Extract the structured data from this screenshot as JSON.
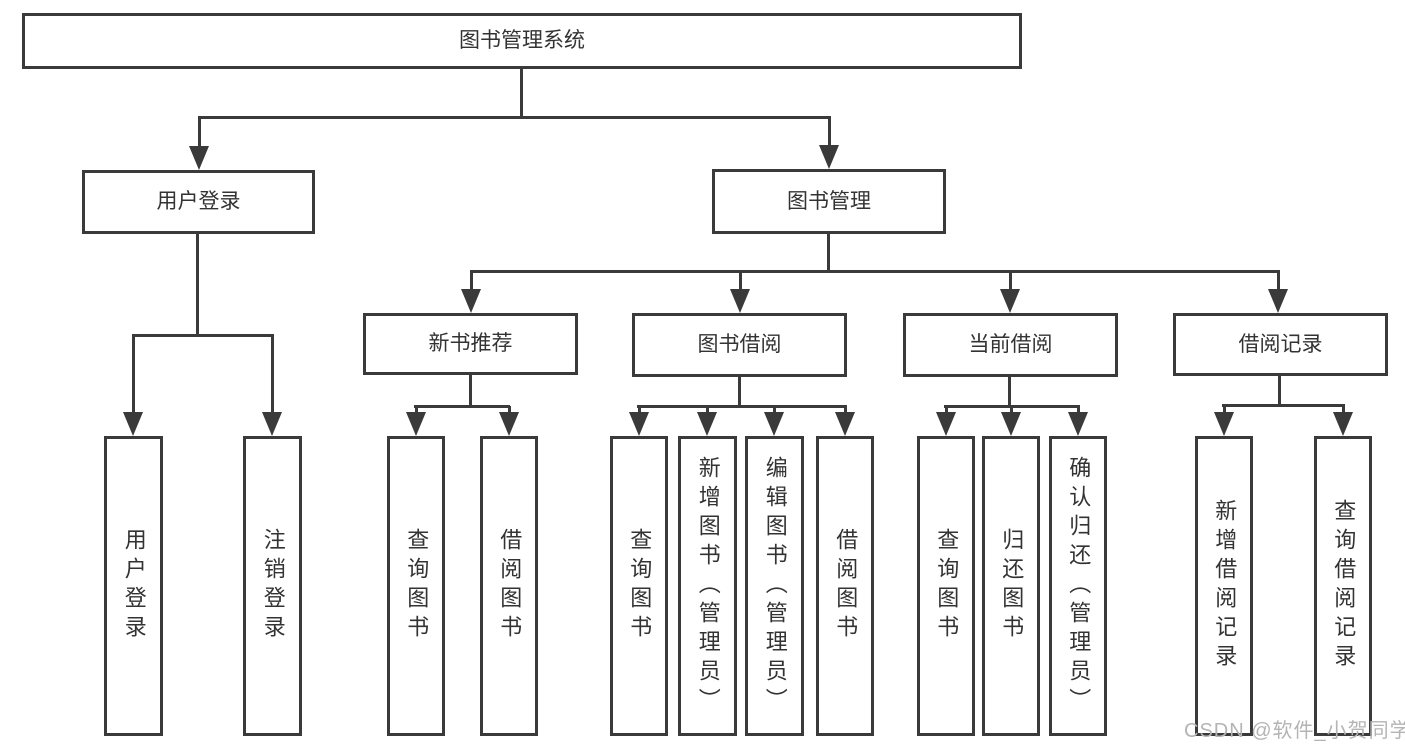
{
  "title": {
    "label": "图书管理系统"
  },
  "tree": {
    "user_login": {
      "label": "用户登录",
      "children": [
        {
          "label": "用户登录"
        },
        {
          "label": "注销登录"
        }
      ]
    },
    "book_mgmt": {
      "label": "图书管理",
      "sections": [
        {
          "label": "新书推荐",
          "children": [
            {
              "label": "查询图书"
            },
            {
              "label": "借阅图书"
            }
          ]
        },
        {
          "label": "图书借阅",
          "children": [
            {
              "label": "查询图书"
            },
            {
              "label": "新增图书（管理员）"
            },
            {
              "label": "编辑图书（管理员）"
            },
            {
              "label": "借阅图书"
            }
          ]
        },
        {
          "label": "当前借阅",
          "children": [
            {
              "label": "查询图书"
            },
            {
              "label": "归还图书"
            },
            {
              "label": "确认归还（管理员）"
            }
          ]
        },
        {
          "label": "借阅记录",
          "children": [
            {
              "label": "新增借阅记录"
            },
            {
              "label": "查询借阅记录"
            }
          ]
        }
      ]
    }
  },
  "watermark": {
    "text": "CSDN @软件_小贺同学"
  },
  "colors": {
    "line": "#3a3a3a",
    "text": "#333333",
    "background": "#ffffff",
    "watermark": "#b4b4b4"
  }
}
